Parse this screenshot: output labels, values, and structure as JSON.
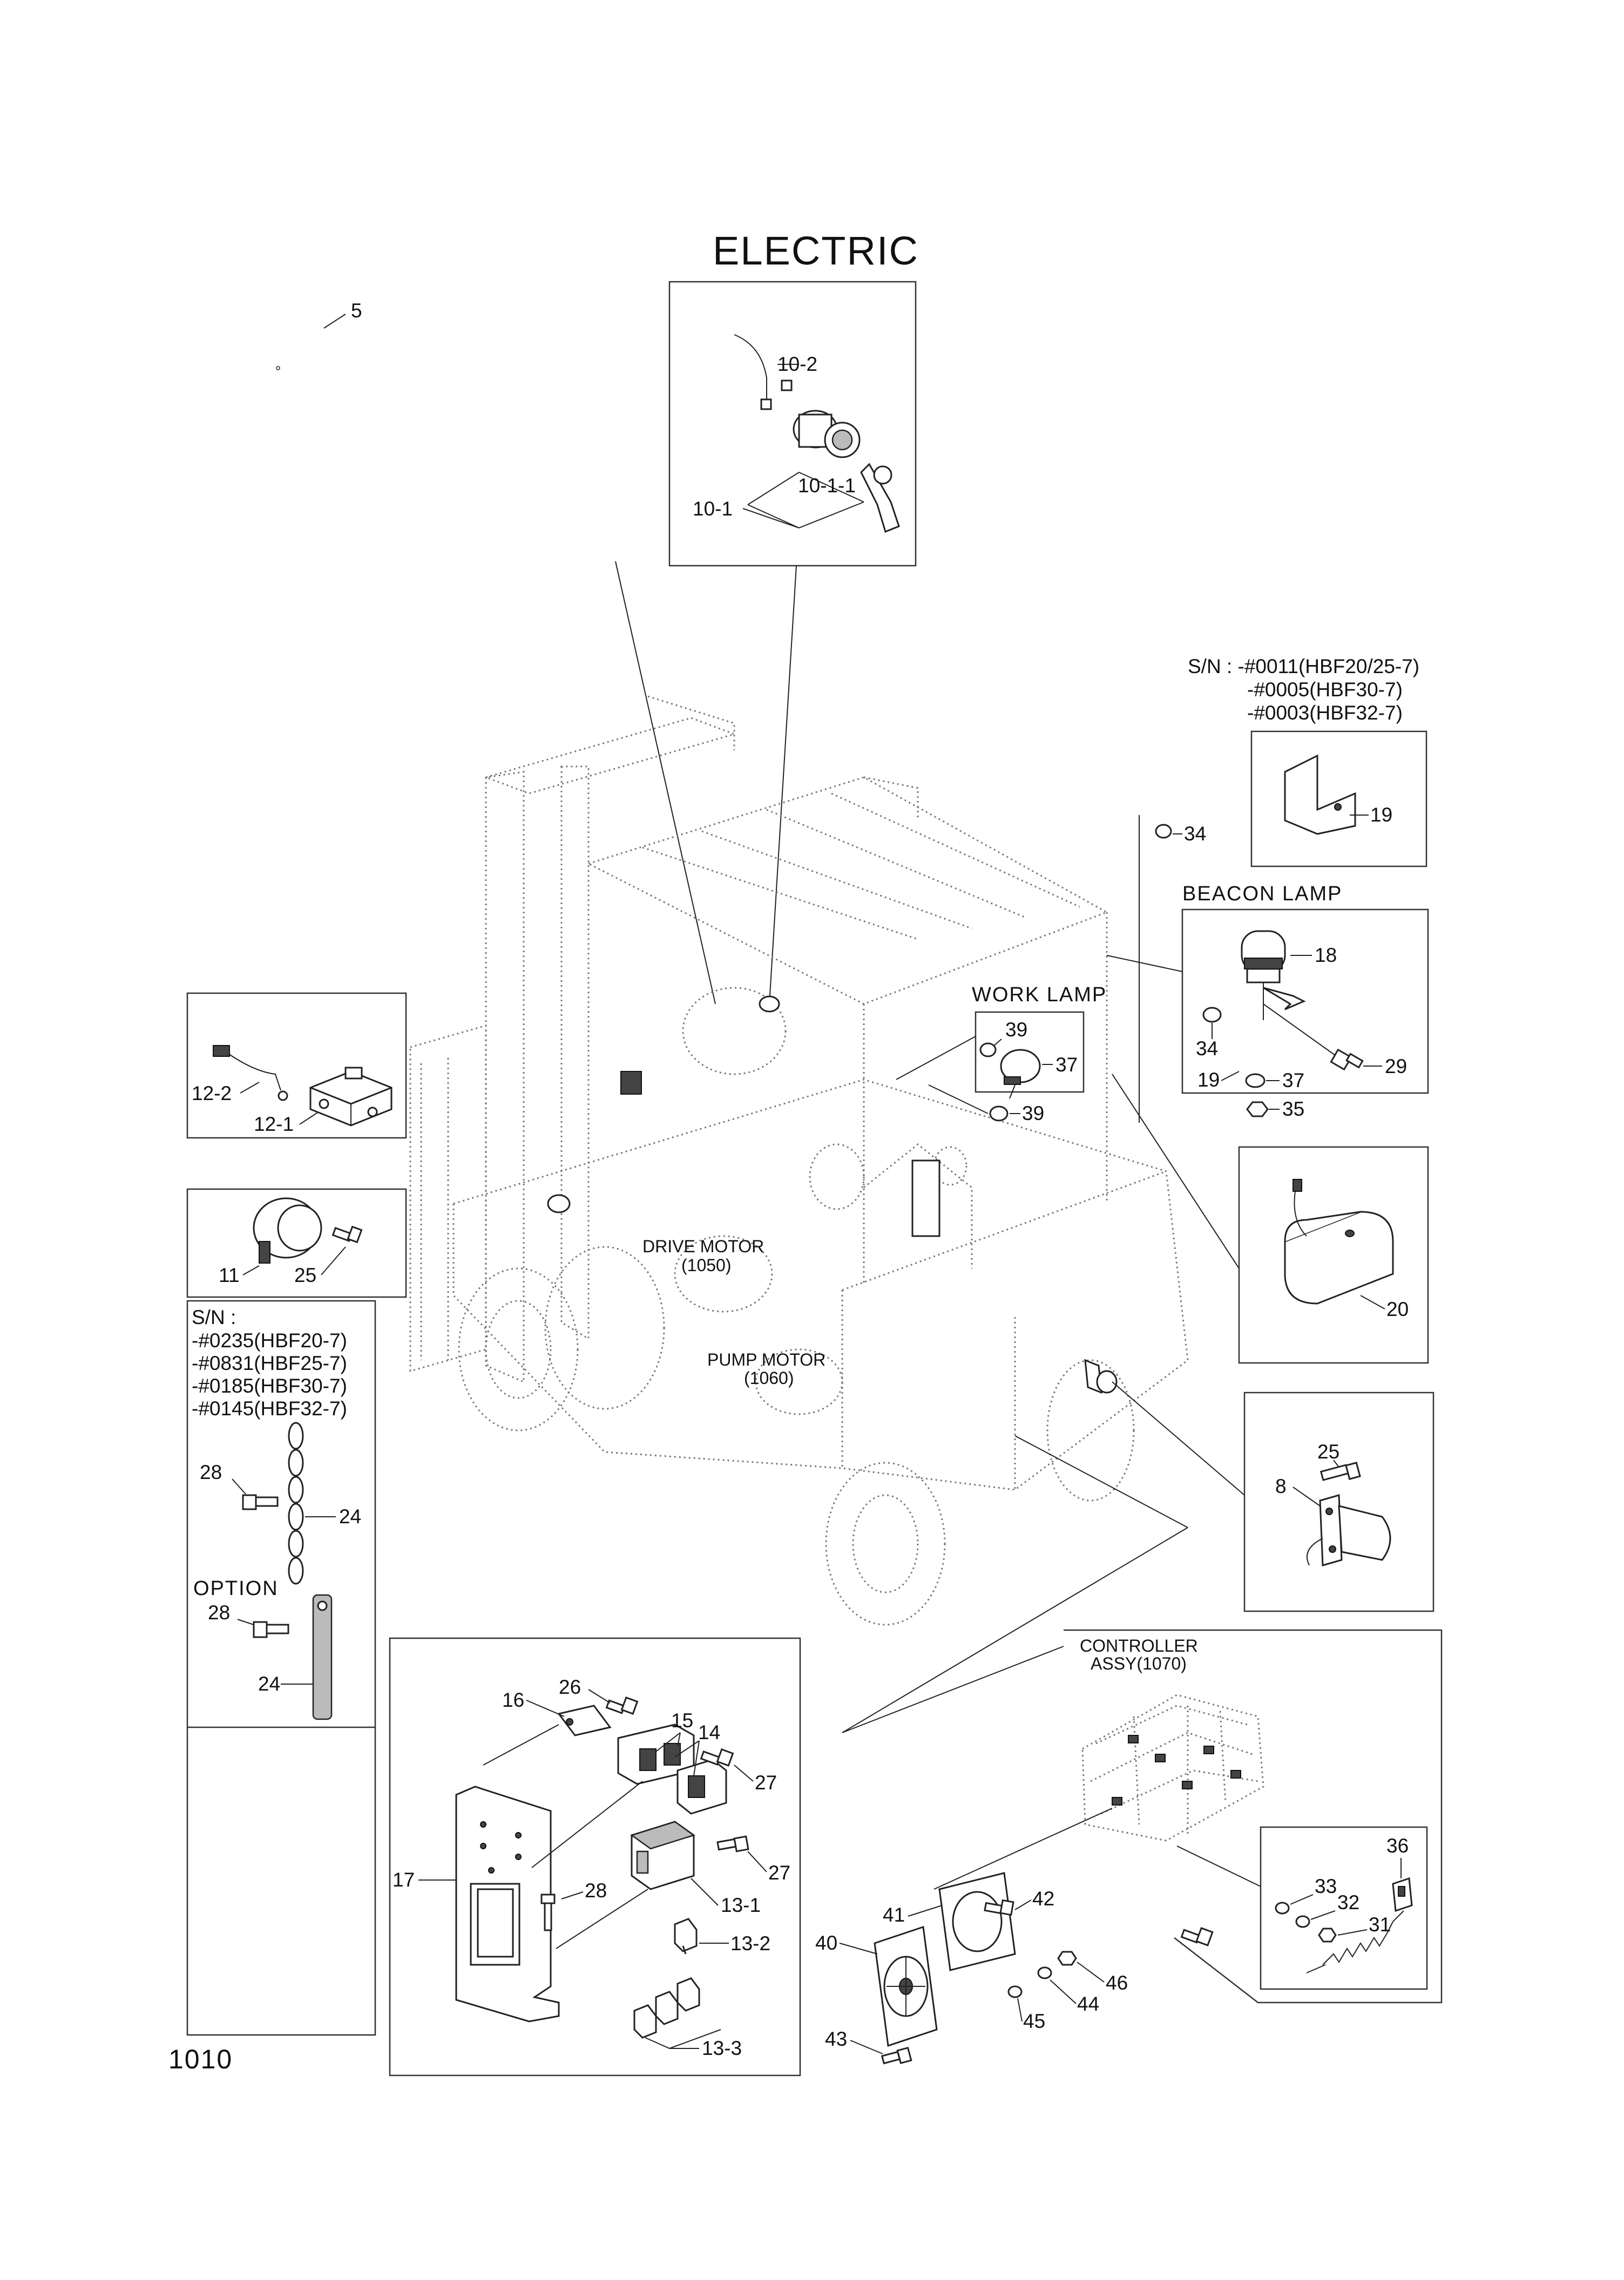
{
  "title": "ELECTRIC",
  "page_number": "1010",
  "sections": {
    "work_lamp": "WORK LAMP",
    "beacon_lamp": "BEACON LAMP",
    "option": "OPTION",
    "controller_line1": "CONTROLLER",
    "controller_line2": "ASSY(1070)"
  },
  "motors": {
    "drive_line1": "DRIVE MOTOR",
    "drive_line2": "(1050)",
    "pump_line1": "PUMP MOTOR",
    "pump_line2": "(1060)"
  },
  "serial_top": {
    "line1": "S/N : -#0011(HBF20/25-7)",
    "line2": "-#0005(HBF30-7)",
    "line3": "-#0003(HBF32-7)"
  },
  "serial_left": {
    "line1": "S/N :",
    "line2": "-#0235(HBF20-7)",
    "line3": "-#0831(HBF25-7)",
    "line4": "-#0185(HBF30-7)",
    "line5": "-#0145(HBF32-7)"
  },
  "callouts": {
    "c5": "5",
    "c10_2": "10-2",
    "c10_1_1": "10-1-1",
    "c10_1": "10-1",
    "c19a": "19",
    "c34a": "34",
    "c18": "18",
    "c34b": "34",
    "c29": "29",
    "c19b": "19",
    "c37b": "37",
    "c35": "35",
    "c39a": "39",
    "c37a": "37",
    "c39b": "39",
    "c12_2": "12-2",
    "c12_1": "12-1",
    "c11": "11",
    "c25a": "25",
    "c20": "20",
    "c28a": "28",
    "c24a": "24",
    "c25b": "25",
    "c8": "8",
    "c28b": "28",
    "c24b": "24",
    "c16": "16",
    "c26": "26",
    "c15": "15",
    "c14": "14",
    "c27a": "27",
    "c17": "17",
    "c27b": "27",
    "c28c": "28",
    "c13_1": "13-1",
    "c13_2": "13-2",
    "c13_3": "13-3",
    "c36": "36",
    "c33": "33",
    "c32": "32",
    "c31": "31",
    "c42": "42",
    "c41": "41",
    "c40": "40",
    "c46": "46",
    "c44": "44",
    "c45": "45",
    "c43": "43"
  }
}
